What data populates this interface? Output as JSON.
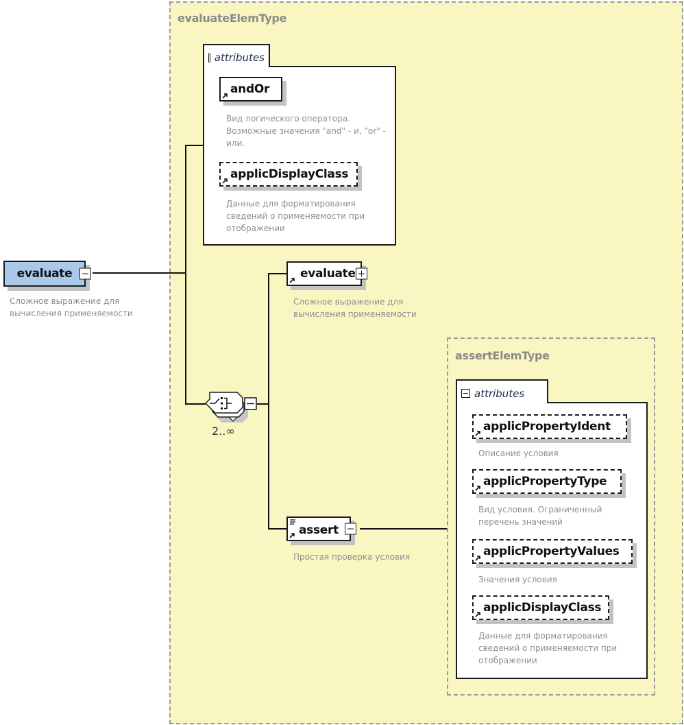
{
  "root_element": {
    "name": "evaluate",
    "description": "Сложное выражение для вычисления применяемости",
    "expand_state": "collapse"
  },
  "evaluate_type": {
    "title": "evaluateElemType",
    "attributes_label": "attributes",
    "attributes": [
      {
        "name": "andOr",
        "optional": false,
        "description": "Вид логического оператора. Возможные значения \"and\" - и, \"or\" - или."
      },
      {
        "name": "applicDisplayClass",
        "optional": true,
        "description": "Данные для форматирования сведений о применяемости при отображении"
      }
    ],
    "choice": {
      "cardinality": "2..∞",
      "icon": "choice-compositor-icon"
    },
    "children": [
      {
        "name": "evaluate",
        "description": "Сложное выражение для вычисления применяемости",
        "expand_state": "expand"
      },
      {
        "name": "assert",
        "description": "Простая проверка условия",
        "expand_state": "collapse"
      }
    ]
  },
  "assert_type": {
    "title": "assertElemType",
    "attributes_label": "attributes",
    "attributes": [
      {
        "name": "applicPropertyIdent",
        "optional": true,
        "description": "Описание условия"
      },
      {
        "name": "applicPropertyType",
        "optional": true,
        "description": "Вид условия. Ограниченный перечень значений"
      },
      {
        "name": "applicPropertyValues",
        "optional": true,
        "description": "Значения условия"
      },
      {
        "name": "applicDisplayClass",
        "optional": true,
        "description": "Данные для форматирования сведений о применяемости при отображении"
      }
    ]
  },
  "colors": {
    "type_background": "#f9f6c2",
    "root_fill": "#a9c8ea",
    "description_text": "#8e8e8e"
  }
}
